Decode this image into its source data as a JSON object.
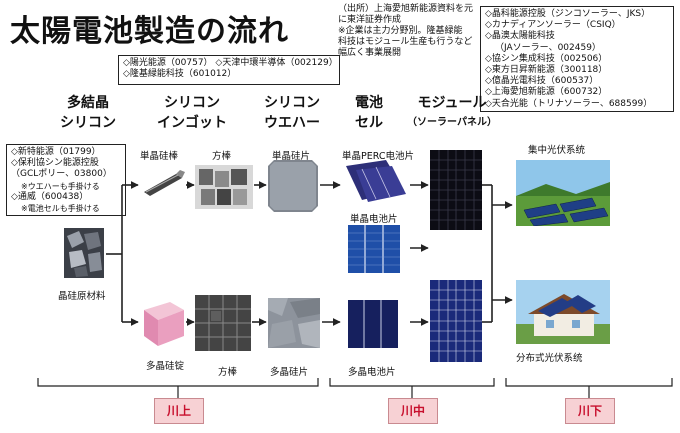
{
  "title": "太陽電池製造の流れ",
  "source_note": [
    "（出所）上海愛旭新能源資料を元",
    "に東洋証券作成",
    "※企業は主力分野別。隆基緑能",
    "科技はモジュール生産も行うなど",
    "幅広く事業展開"
  ],
  "boxes": {
    "top_left": [
      "◇陽光能源（00757） ◇天津中環半導体（002129）",
      "◇隆基緑能科技（601012）"
    ],
    "left": [
      "◇新特能源（01799）",
      "◇保利協シン能源控股",
      "（GCLポリー、03800）",
      "※ウエハーも手掛ける",
      "◇通威（600438）",
      "※電池セルも手掛ける"
    ],
    "right": [
      "◇晶科能源控股（ジンコソーラー、JKS）",
      "◇カナディアンソーラー（CSIQ）",
      "◇晶澳太陽能科技",
      "（JAソーラー、002459）",
      "◇協シン集成科技（002506）",
      "◇東方日昇新能源（300118）",
      "◇億晶光電科技（600537）",
      "◇上海愛旭新能源（600732）",
      "◇天合光能（トリナソーラー、688599）"
    ]
  },
  "stages": {
    "polysilicon": [
      "多結晶",
      "シリコン"
    ],
    "ingot": [
      "シリコン",
      "インゴット"
    ],
    "wafer": [
      "シリコン",
      "ウエハー"
    ],
    "cell": [
      "電池",
      "セル"
    ],
    "module": "モジュール",
    "module_sub": "（ソーラーパネル）"
  },
  "labels": {
    "mono_rod": "単晶硅棒",
    "square_bar_top": "方棒",
    "mono_wafer": "単晶硅片",
    "mono_perc": "単晶PERC电池片",
    "mono_cell": "単晶电池片",
    "centralized_pv": "集中光伏系统",
    "raw_material": "晶硅原材料",
    "multi_ingot": "多晶硅锭",
    "square_bar_bottom": "方棒",
    "multi_wafer": "多晶硅片",
    "multi_cell": "多晶电池片",
    "distributed_pv": "分布式光伏系统"
  },
  "segments": {
    "upstream": "川上",
    "midstream": "川中",
    "downstream": "川下"
  },
  "colors": {
    "segment_fill": "#f7d1d4",
    "segment_text": "#c8102e"
  }
}
